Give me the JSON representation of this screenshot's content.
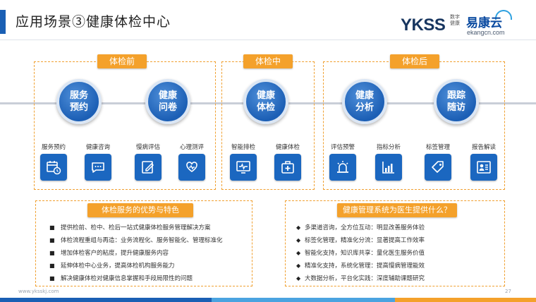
{
  "header": {
    "title": "应用场景③健康体检中心",
    "logo_ykss": "YKSS",
    "logo_ykss_sub": "数字健康",
    "logo_ekang": "易康云",
    "logo_ekang_url": "ekangcn.com"
  },
  "phases": [
    {
      "tag": "体检前",
      "circles": [
        {
          "line1": "服务",
          "line2": "预约"
        },
        {
          "line1": "健康",
          "line2": "问卷"
        }
      ],
      "services": [
        {
          "label": "服务预约",
          "icon": "calendar-clock-icon"
        },
        {
          "label": "健康咨询",
          "icon": "chat-bubble-icon"
        },
        {
          "label": "慢病评估",
          "icon": "edit-form-icon"
        },
        {
          "label": "心理测评",
          "icon": "heart-hands-icon"
        }
      ]
    },
    {
      "tag": "体检中",
      "circles": [
        {
          "line1": "健康",
          "line2": "体检"
        }
      ],
      "services": [
        {
          "label": "智能排检",
          "icon": "monitor-pulse-icon"
        },
        {
          "label": "健康体检",
          "icon": "medical-kit-icon"
        }
      ]
    },
    {
      "tag": "体检后",
      "circles": [
        {
          "line1": "健康",
          "line2": "分析"
        },
        {
          "line1": "跟踪",
          "line2": "随访"
        }
      ],
      "services": [
        {
          "label": "评估预警",
          "icon": "alarm-light-icon"
        },
        {
          "label": "指标分析",
          "icon": "bar-chart-icon"
        },
        {
          "label": "标签管理",
          "icon": "tag-icon"
        },
        {
          "label": "报告解读",
          "icon": "report-user-icon"
        }
      ]
    }
  ],
  "advantages": {
    "tag": "体检服务的优势与特色",
    "marker": "■",
    "items": [
      "提供检前、检中、检后一站式健康体检服务管理解决方案",
      "体检流程重组与再造：业务流程化、服务智能化、管理标准化",
      "增加体检客户的粘度，提升健康服务内容",
      "延伸体检中心业务，提高体检机构服务能力",
      "解决健康体检对健康信息掌握和手段局限性的问题"
    ]
  },
  "doctor_support": {
    "tag": "健康管理系统为医生提供什么？",
    "marker": "◆",
    "items": [
      "多渠道咨询，全方位互动：明显改善服务体验",
      "标签化管理，精准化分流：显著提高工作效率",
      "智能化支持，知识库共享：量化医生服务价值",
      "精准化支持，系统化管理：提高慢病管理能效",
      "大数据分析，平台化实践：深度辅助课题研究"
    ]
  },
  "footer": {
    "url": "www.yksskj.com",
    "page": "27"
  }
}
